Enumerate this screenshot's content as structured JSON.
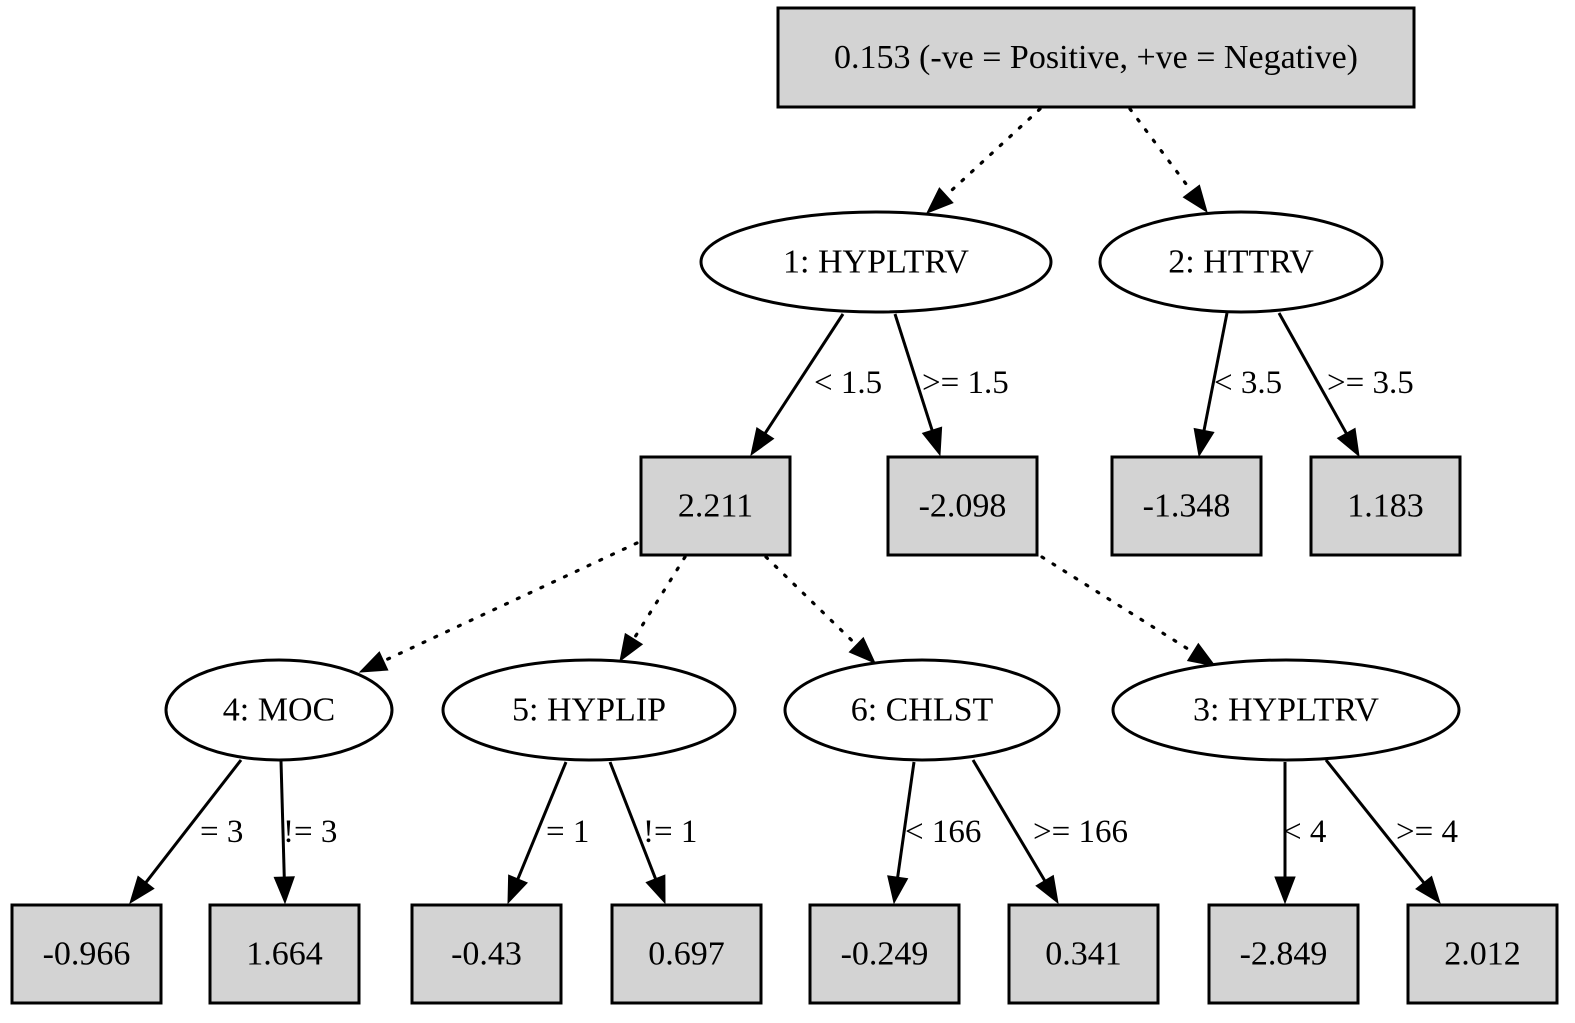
{
  "nodes": {
    "root": "0.153 (-ve = Positive, +ve = Negative)",
    "n1": "1: HYPLTRV",
    "n2": "2: HTTRV",
    "v2211": "2.211",
    "vm2098": "-2.098",
    "vm1348": "-1.348",
    "v1183": "1.183",
    "n4": "4: MOC",
    "n5": "5: HYPLIP",
    "n6": "6: CHLST",
    "n3": "3: HYPLTRV",
    "vm0966": "-0.966",
    "v1664": "1.664",
    "vm043": "-0.43",
    "v0697": "0.697",
    "vm0249": "-0.249",
    "v0341": "0.341",
    "vm2849": "-2.849",
    "v2012": "2.012"
  },
  "edges": [
    {
      "from": "root",
      "to": "n1",
      "style": "dotted",
      "label": ""
    },
    {
      "from": "root",
      "to": "n2",
      "style": "dotted",
      "label": ""
    },
    {
      "from": "n1",
      "to": "v2211",
      "style": "solid",
      "label": "< 1.5"
    },
    {
      "from": "n1",
      "to": "vm2098",
      "style": "solid",
      "label": ">= 1.5"
    },
    {
      "from": "n2",
      "to": "vm1348",
      "style": "solid",
      "label": "< 3.5"
    },
    {
      "from": "n2",
      "to": "v1183",
      "style": "solid",
      "label": ">= 3.5"
    },
    {
      "from": "v2211",
      "to": "n4",
      "style": "dotted",
      "label": ""
    },
    {
      "from": "v2211",
      "to": "n5",
      "style": "dotted",
      "label": ""
    },
    {
      "from": "v2211",
      "to": "n6",
      "style": "dotted",
      "label": ""
    },
    {
      "from": "vm2098",
      "to": "n3",
      "style": "dotted",
      "label": ""
    },
    {
      "from": "n4",
      "to": "vm0966",
      "style": "solid",
      "label": "= 3"
    },
    {
      "from": "n4",
      "to": "v1664",
      "style": "solid",
      "label": "!= 3"
    },
    {
      "from": "n5",
      "to": "vm043",
      "style": "solid",
      "label": "= 1"
    },
    {
      "from": "n5",
      "to": "v0697",
      "style": "solid",
      "label": "!= 1"
    },
    {
      "from": "n6",
      "to": "vm0249",
      "style": "solid",
      "label": "< 166"
    },
    {
      "from": "n6",
      "to": "v0341",
      "style": "solid",
      "label": ">= 166"
    },
    {
      "from": "n3",
      "to": "vm2849",
      "style": "solid",
      "label": "< 4"
    },
    {
      "from": "n3",
      "to": "v2012",
      "style": "solid",
      "label": ">= 4"
    }
  ]
}
